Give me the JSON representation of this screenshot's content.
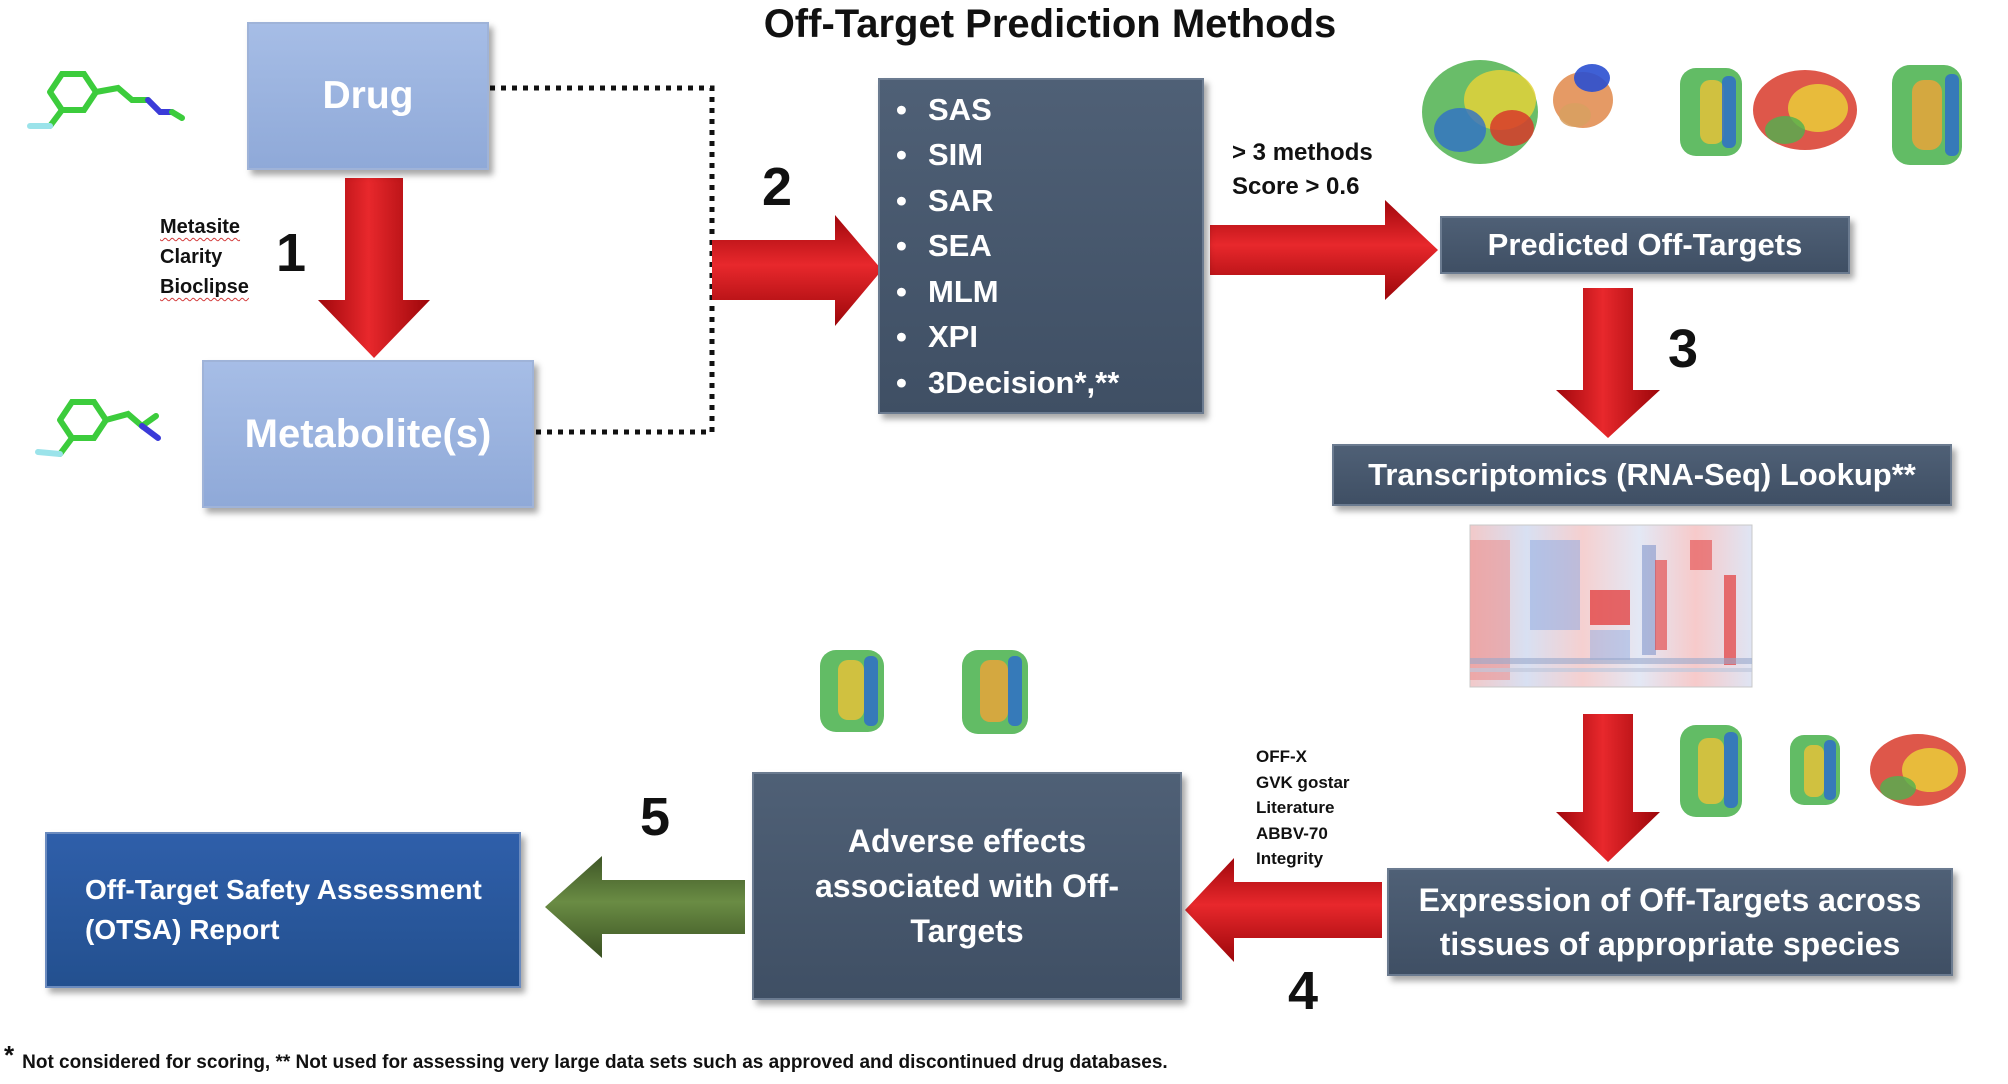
{
  "title": "Off-Target Prediction Methods",
  "boxes": {
    "drug": "Drug",
    "metabolites": "Metabolite(s)",
    "predicted_off_targets": "Predicted Off-Targets",
    "transcriptomics": "Transcriptomics (RNA-Seq) Lookup**",
    "expression": "Expression of Off-Targets across tissues of appropriate species",
    "adverse_effects": "Adverse effects associated with Off-Targets",
    "otsa_report": "Off-Target Safety Assessment (OTSA) Report"
  },
  "methods": [
    "SAS",
    "SIM",
    "SAR",
    "SEA",
    "MLM",
    "XPI",
    "3Decision*,**"
  ],
  "step_numbers": [
    "1",
    "2",
    "3",
    "4",
    "5"
  ],
  "metabolism_tools": [
    "Metasite",
    "Clarity",
    "Bioclipse"
  ],
  "criteria": [
    "> 3 methods",
    "Score > 0.6"
  ],
  "databases": [
    "OFF-X",
    "GVK gostar",
    "Literature",
    "ABBV-70",
    "Integrity"
  ],
  "footnote": {
    "star": "*",
    "text": "Not considered for scoring, ** Not used for assessing very large data sets such as approved and discontinued drug databases."
  },
  "colors": {
    "light_box": "#8fa9d8",
    "dark_box": "#4a5a70",
    "report_box": "#2a569a",
    "red_arrow": "#c8141a",
    "green_arrow": "#4f6b32"
  }
}
